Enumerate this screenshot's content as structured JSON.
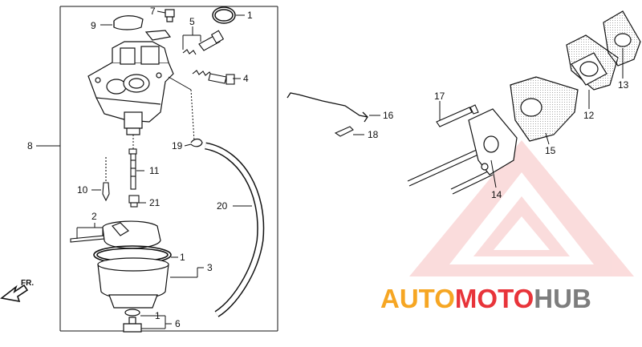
{
  "callouts": {
    "c1a": "1",
    "c1b": "1",
    "c1c": "1",
    "c2": "2",
    "c3": "3",
    "c4": "4",
    "c5": "5",
    "c6": "6",
    "c7": "7",
    "c8": "8",
    "c9": "9",
    "c10": "10",
    "c11": "11",
    "c12": "12",
    "c13": "13",
    "c14": "14",
    "c15": "15",
    "c16": "16",
    "c17": "17",
    "c18": "18",
    "c19": "19",
    "c20": "20",
    "c21": "21"
  },
  "direction": {
    "label": "FR."
  },
  "watermark": {
    "part1": "AUTO",
    "part2": "MOTO",
    "part3": "HUB",
    "colors": {
      "orange": "#f6a623",
      "red": "#e8343a",
      "gray": "#7d7d7d",
      "logo_red": "#ee4444"
    }
  }
}
